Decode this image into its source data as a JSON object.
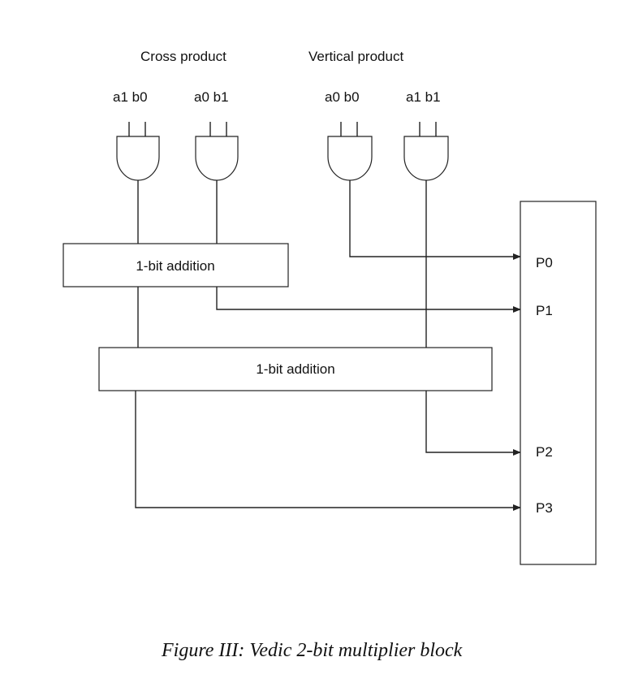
{
  "headers": {
    "cross": "Cross product",
    "vertical": "Vertical product"
  },
  "inputs": [
    "a1 b0",
    "a0 b1",
    "a0 b0",
    "a1 b1"
  ],
  "adders": [
    "1-bit addition",
    "1-bit addition"
  ],
  "outputs": [
    "P0",
    "P1",
    "P2",
    "P3"
  ],
  "caption": "Figure III: Vedic 2-bit multiplier block"
}
